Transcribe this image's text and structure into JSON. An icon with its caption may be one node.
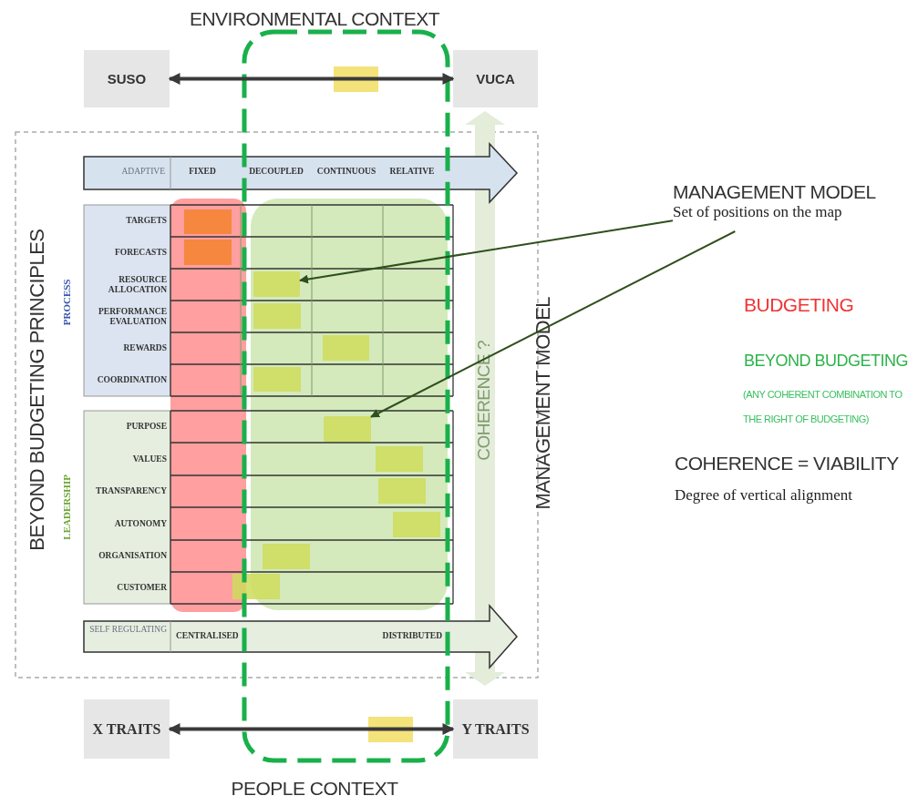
{
  "diagram": {
    "nodes": [
      {
        "text": [
          "SUSO"
        ]
      },
      {
        "text": [
          "VUCA"
        ]
      },
      {
        "text": [
          "X TRAITS"
        ]
      },
      {
        "text": [
          "Y TRAITS"
        ]
      },
      {
        "text": [
          "MANAGEMENT MODEL",
          "Set of positions on the map"
        ]
      },
      {
        "text": [],
        "shape": "box"
      },
      {
        "text": [],
        "shape": "box"
      }
    ],
    "edges": [
      {
        "from": 0,
        "to": 1,
        "arrow": "both",
        "style": "thick"
      },
      {
        "from": 2,
        "to": 3,
        "arrow": "both",
        "style": "thick"
      },
      {
        "from": 4,
        "to": 5,
        "arrow": "to",
        "color": "#2f4f1c"
      },
      {
        "from": 4,
        "to": 6,
        "arrow": "to",
        "color": "#2f4f1c"
      }
    ],
    "labels": [
      "ENVIRONMENTAL CONTEXT",
      "ADAPTIVE",
      "FIXED",
      "DECOUPLED",
      "CONTINUOUS",
      "RELATIVE",
      "TARGETS",
      "FORECASTS",
      "RESOURCE ALLOCATION",
      "PERFORMANCE EVALUATION",
      "REWARDS",
      "COORDINATION",
      "PURPOSE",
      "VALUES",
      "TRANSPARENCY",
      "AUTONOMY",
      "ORGANISATION",
      "CUSTOMER",
      "PROCESS",
      "LEADERSHIP",
      "BEYOND BUDGETING PRINCIPLES",
      "SELF REGULATING",
      "CENTRALISED",
      "DISTRIBUTED",
      "COHERENCE ?",
      "MANAGEMENT MODEL",
      "BUDGETING",
      "BEYOND BUDGETING",
      "(ANY COHERENT COMBINATION TO THE RIGHT OF BUDGETING)",
      "COHERENCE = VIABILITY",
      "Degree of vertical alignment",
      "PEOPLE CONTEXT"
    ]
  }
}
